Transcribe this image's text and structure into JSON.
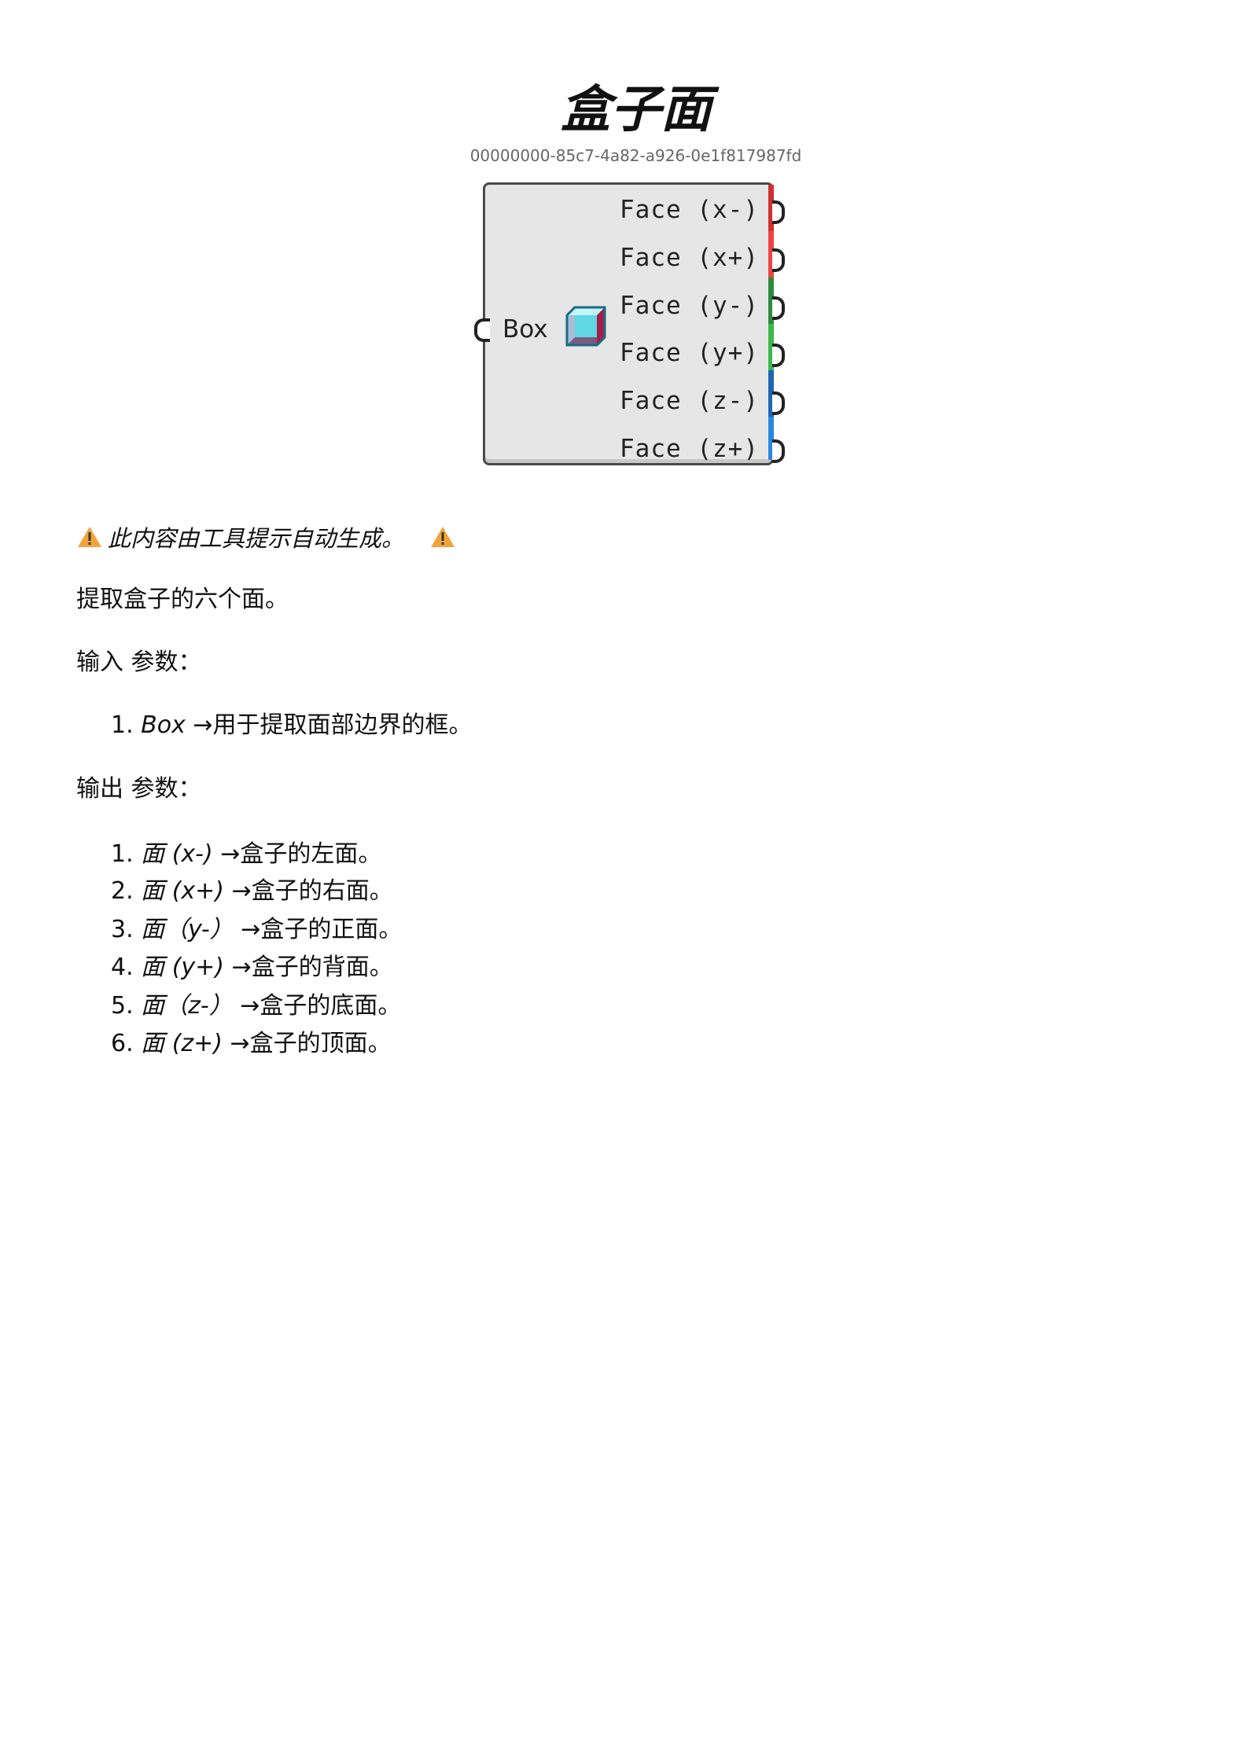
{
  "title": "盒子面",
  "guid": "00000000-85c7-4a82-a926-0e1f817987fd",
  "component": {
    "input": "Box",
    "outputs": [
      "Face (x-)",
      "Face (x+)",
      "Face (y-)",
      "Face (y+)",
      "Face (z-)",
      "Face (z+)"
    ],
    "output_colors": [
      "#d03030",
      "#ee4444",
      "#2e8b3e",
      "#3cb84c",
      "#1f66b0",
      "#2a86e0"
    ]
  },
  "warning": "此内容由工具提示自动生成。",
  "description": "提取盒子的六个面。",
  "inputs_heading": "输入 参数：",
  "inputs": [
    {
      "num": "1.",
      "name": "Box",
      "desc": "→用于提取面部边界的框。"
    }
  ],
  "outputs_heading": "输出 参数：",
  "outputs": [
    {
      "num": "1.",
      "name": "面 (x-)",
      "desc": "→盒子的左面。"
    },
    {
      "num": "2.",
      "name": "面 (x+)",
      "desc": "→盒子的右面。"
    },
    {
      "num": "3.",
      "name": "面（y-）",
      "desc": "→盒子的正面。"
    },
    {
      "num": "4.",
      "name": "面 (y+)",
      "desc": "→盒子的背面。"
    },
    {
      "num": "5.",
      "name": "面（z-）",
      "desc": "→盒子的底面。"
    },
    {
      "num": "6.",
      "name": "面 (z+)",
      "desc": "→盒子的顶面。"
    }
  ]
}
